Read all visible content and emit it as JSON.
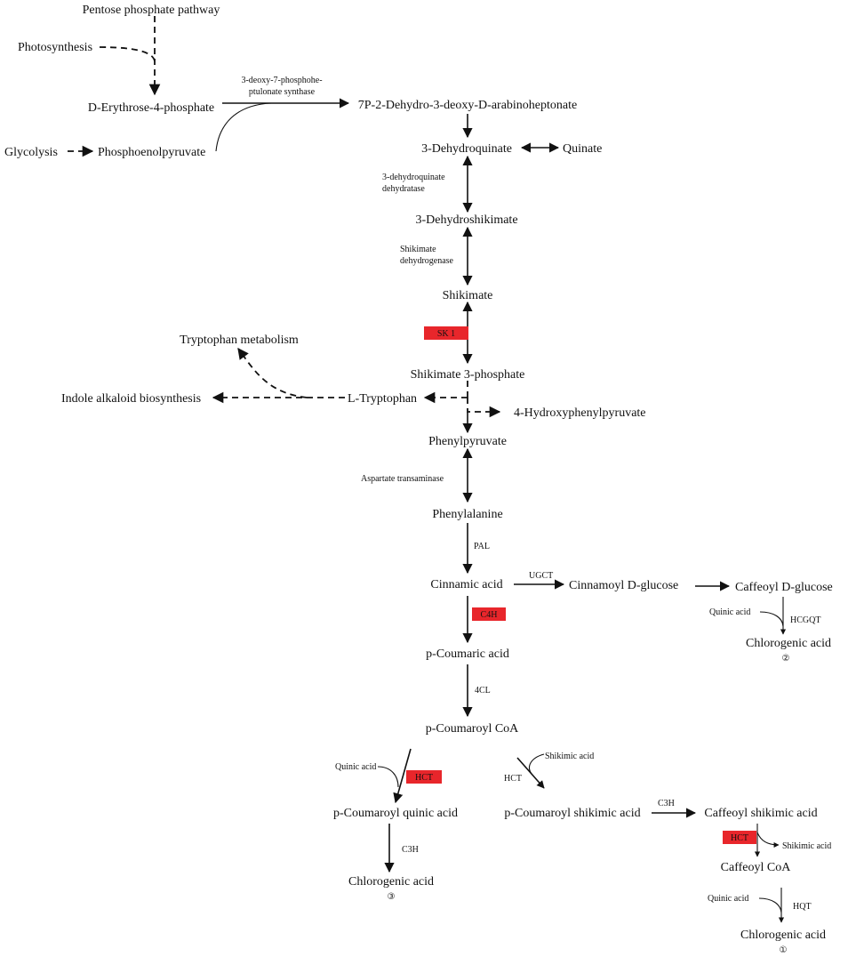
{
  "nodes": {
    "pentose": "Pentose phosphate pathway",
    "photosynthesis": "Photosynthesis",
    "e4p": "D-Erythrose-4-phosphate",
    "glycolysis": "Glycolysis",
    "pep": "Phosphoenolpyruvate",
    "dahp": "7P-2-Dehydro-3-deoxy-D-arabinoheptonate",
    "dhq": "3-Dehydroquinate",
    "quinate": "Quinate",
    "dhs": "3-Dehydroshikimate",
    "shikimate": "Shikimate",
    "s3p": "Shikimate 3-phosphate",
    "trp_metab": "Tryptophan metabolism",
    "indole": "Indole alkaloid biosynthesis",
    "ltrp": "L-Tryptophan",
    "hpp": "4-Hydroxyphenylpyruvate",
    "phenylpyruvate": "Phenylpyruvate",
    "phe": "Phenylalanine",
    "cinnamic": "Cinnamic acid",
    "cinnamoyl_glucose": "Cinnamoyl D-glucose",
    "caffeoyl_glucose": "Caffeoyl D-glucose",
    "chlorogenic_2": "Chlorogenic acid",
    "pcoumaric": "p-Coumaric acid",
    "pcoumaroyl_coa": "p-Coumaroyl CoA",
    "pcoumaroyl_quinic": "p-Coumaroyl quinic acid",
    "chlorogenic_3": "Chlorogenic acid",
    "pcoumaroyl_shikimic": "p-Coumaroyl shikimic acid",
    "caffeoyl_shikimic": "Caffeoyl shikimic acid",
    "caffeoyl_coa": "Caffeoyl CoA",
    "chlorogenic_1": "Chlorogenic acid"
  },
  "enzymes": {
    "dahp_synthase": [
      "3-deoxy-7-phosphohe-",
      "ptulonate synthase"
    ],
    "dhq_dehydratase": [
      "3-dehydroquinate",
      "dehydratase"
    ],
    "shk_dehydrogenase": [
      "Shikimate",
      "dehydrogenase"
    ],
    "aspartate": "Aspartate transaminase",
    "pal": "PAL",
    "ugct": "UGCT",
    "hcgqt": "HCGQT",
    "fourcl": "4CL",
    "c3h_left": "C3H",
    "c3h_right": "C3H",
    "hct_right": "HCT",
    "hqt": "HQT"
  },
  "highlighted_enzymes": {
    "sk1": "SK 1",
    "c4h": "C4H",
    "hct_left": "HCT",
    "hct_bottom": "HCT"
  },
  "cosubstrates": {
    "quinic_glucose": "Quinic acid",
    "quinic_hct": "Quinic acid",
    "shikimic_in": "Shikimic acid",
    "shikimic_out": "Shikimic acid",
    "quinic_hqt": "Quinic acid"
  },
  "circled_numbers": {
    "route_1": "①",
    "route_2": "②",
    "route_3": "③"
  },
  "colors": {
    "highlight": "#e8262b",
    "line": "#111111"
  }
}
